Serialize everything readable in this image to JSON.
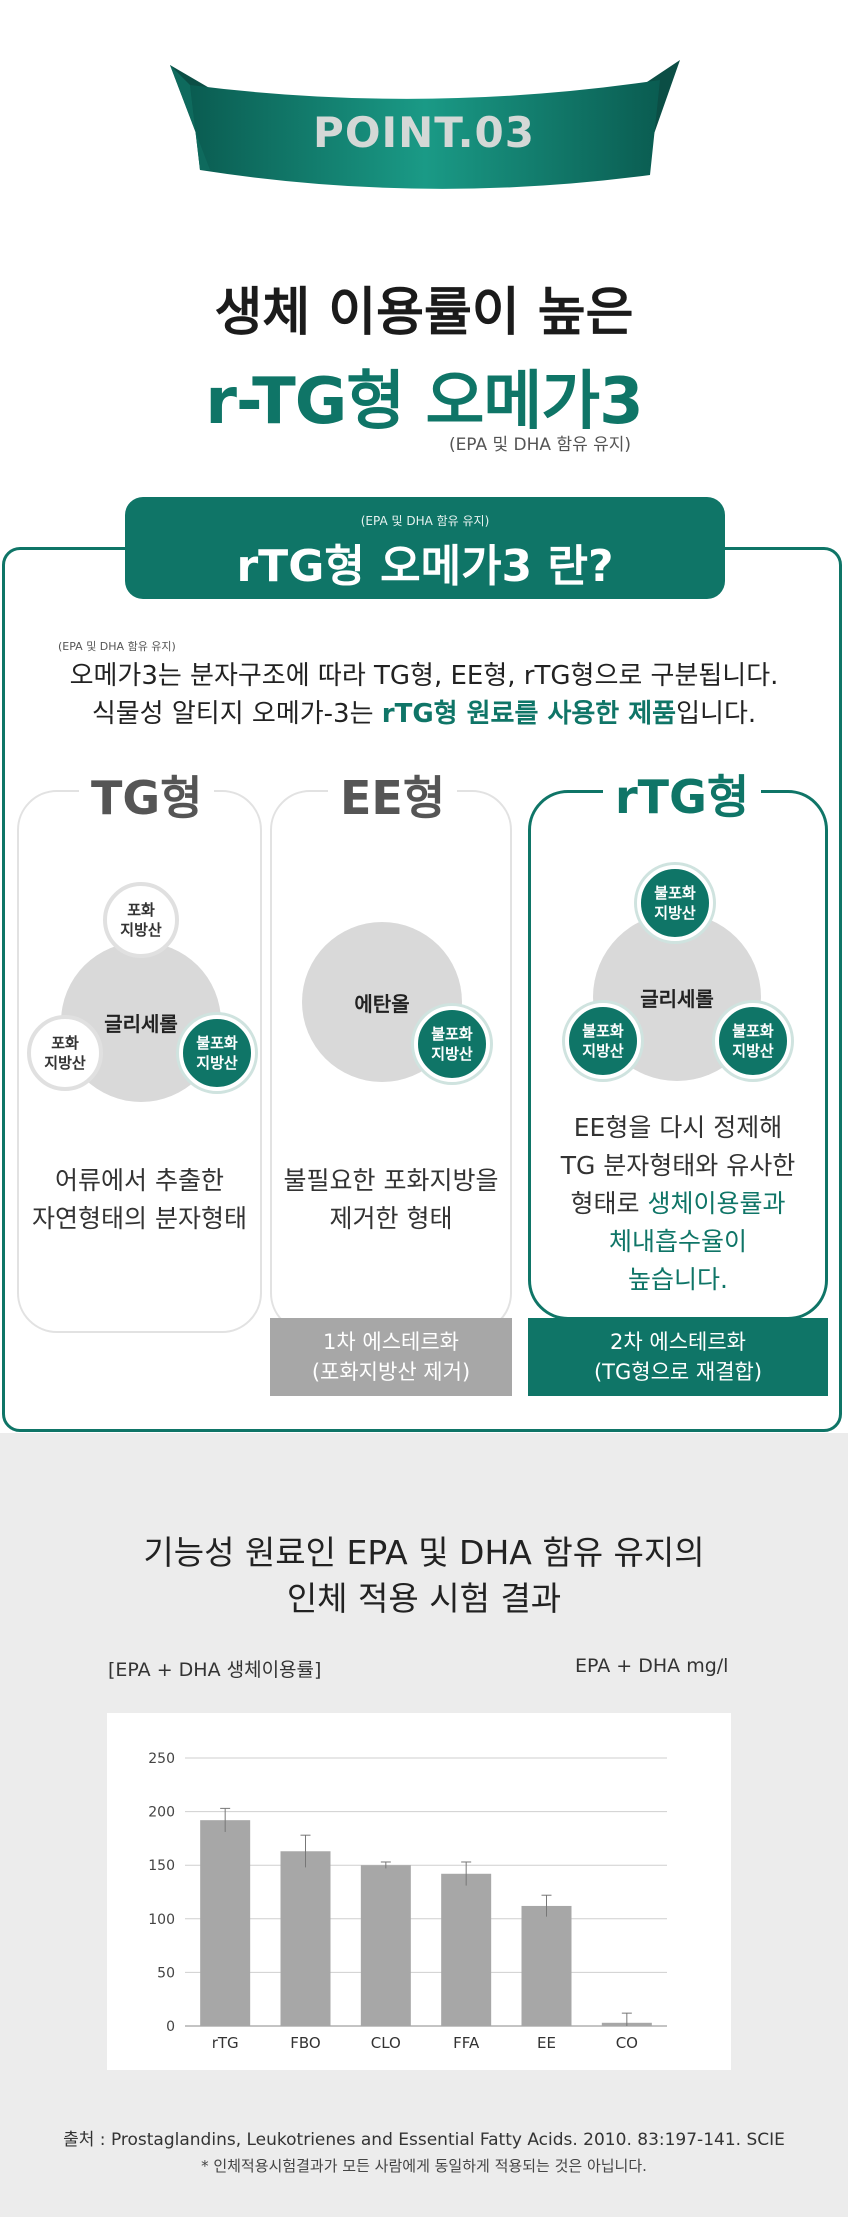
{
  "banner": {
    "label": "POINT.03"
  },
  "headline": {
    "line1": "생체 이용률이 높은",
    "line2": "r-TG형 오메가3",
    "note": "(EPA 및 DHA 함유 유지)"
  },
  "section": {
    "tab_note": "(EPA 및 DHA 함유 유지)",
    "tab_title": "rTG형 오메가3 란?",
    "intro_note": "(EPA 및 DHA 함유 유지)",
    "intro_line1": "오메가3는 분자구조에 따라 TG형, EE형, rTG형으로 구분됩니다.",
    "intro_line2_prefix": "식물성 알티지 오메가-3는 ",
    "intro_line2_highlight": "rTG형 원료를 사용한 제품",
    "intro_line2_suffix": "입니다."
  },
  "cards": {
    "tg": {
      "title": "TG형",
      "center": "글리세롤",
      "top": "포화\n지방산",
      "left": "포화\n지방산",
      "right": "불포화\n지방산",
      "desc1": "어류에서 추출한",
      "desc2": "자연형태의 분자형태"
    },
    "ee": {
      "title": "EE형",
      "center": "에탄올",
      "right": "불포화\n지방산",
      "desc1": "불필요한 포화지방을",
      "desc2": "제거한 형태",
      "bar1": "1차 에스테르화",
      "bar2": "(포화지방산 제거)"
    },
    "rtg": {
      "title": "rTG형",
      "center": "글리세롤",
      "top": "불포화\n지방산",
      "left": "불포화\n지방산",
      "right": "불포화\n지방산",
      "desc1": "EE형을 다시 정제해",
      "desc2": "TG 분자형태와 유사한",
      "desc3_prefix": "형태로 ",
      "desc3_highlight": "생체이용률과",
      "desc4": "체내흡수율이",
      "desc5": "높습니다.",
      "bar1": "2차 에스테르화",
      "bar2": "(TG형으로 재결합)"
    }
  },
  "results": {
    "title1": "기능성 원료인 EPA 및 DHA 함유 유지의",
    "title2": "인체 적용 시험 결과",
    "left_caption": "[EPA + DHA 생체이용률]",
    "right_caption": "EPA + DHA mg/l",
    "source": "출처 : Prostaglandins, Leukotrienes and Essential Fatty Acids. 2010. 83:197-141. SCIE",
    "disclaimer": "* 인체적용시험결과가 모든 사람에게 동일하게 적용되는 것은 아닙니다."
  },
  "colors": {
    "teal": "#0f7567",
    "bar": "#a7a7a7",
    "grey_bg": "#ececec"
  },
  "chart_data": {
    "type": "bar",
    "categories": [
      "rTG",
      "FBO",
      "CLO",
      "FFA",
      "EE",
      "CO"
    ],
    "values": [
      192,
      163,
      150,
      142,
      112,
      3
    ],
    "error": [
      11,
      15,
      3,
      11,
      10,
      9
    ],
    "ylim": [
      0,
      250
    ],
    "yticks": [
      0,
      50,
      100,
      150,
      200,
      250
    ],
    "grid": true,
    "xlabel": "",
    "ylabel": ""
  }
}
